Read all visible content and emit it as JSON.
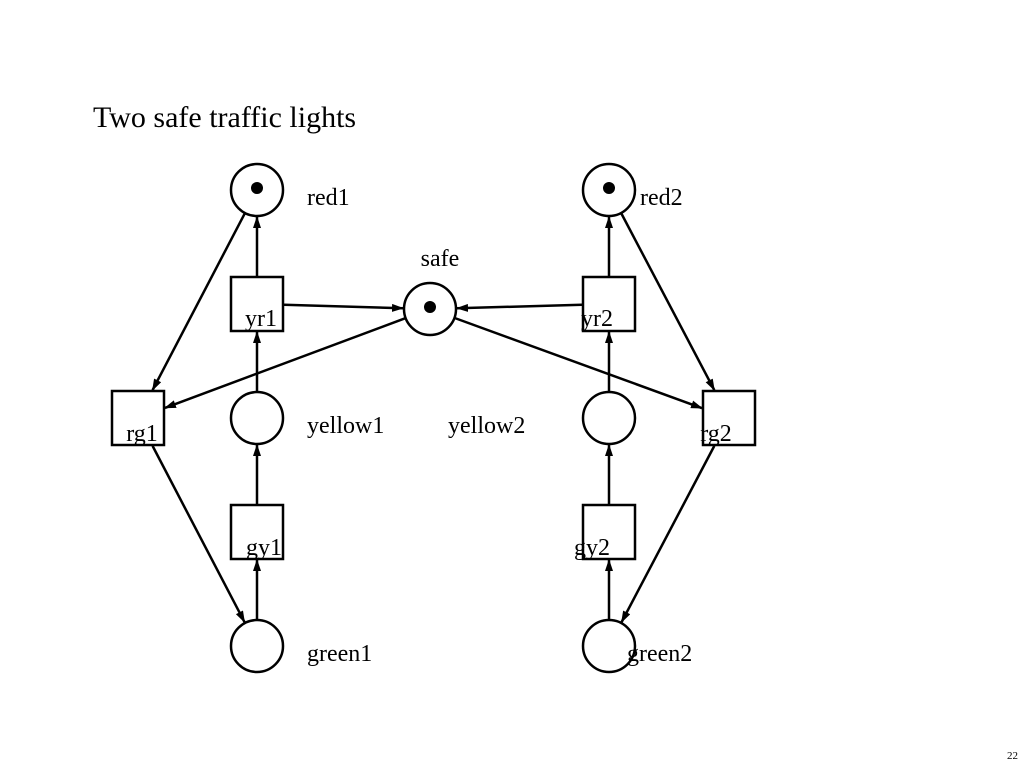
{
  "slide": {
    "title": "Two safe traffic lights",
    "page_number": "22"
  },
  "net": {
    "places": [
      {
        "id": "red1",
        "label": "red1",
        "tokens": 1
      },
      {
        "id": "yellow1",
        "label": "yellow1",
        "tokens": 0
      },
      {
        "id": "green1",
        "label": "green1",
        "tokens": 0
      },
      {
        "id": "safe",
        "label": "safe",
        "tokens": 1
      },
      {
        "id": "red2",
        "label": "red2",
        "tokens": 1
      },
      {
        "id": "yellow2",
        "label": "yellow2",
        "tokens": 0
      },
      {
        "id": "green2",
        "label": "green2",
        "tokens": 0
      }
    ],
    "transitions": [
      {
        "id": "rg1",
        "label": "rg1"
      },
      {
        "id": "gy1",
        "label": "gy1"
      },
      {
        "id": "yr1",
        "label": "yr1"
      },
      {
        "id": "rg2",
        "label": "rg2"
      },
      {
        "id": "gy2",
        "label": "gy2"
      },
      {
        "id": "yr2",
        "label": "yr2"
      }
    ],
    "arcs": [
      {
        "from": "red1",
        "to": "rg1"
      },
      {
        "from": "rg1",
        "to": "green1"
      },
      {
        "from": "green1",
        "to": "gy1"
      },
      {
        "from": "gy1",
        "to": "yellow1"
      },
      {
        "from": "yellow1",
        "to": "yr1"
      },
      {
        "from": "yr1",
        "to": "red1"
      },
      {
        "from": "yr1",
        "to": "safe"
      },
      {
        "from": "safe",
        "to": "rg1"
      },
      {
        "from": "red2",
        "to": "rg2"
      },
      {
        "from": "rg2",
        "to": "green2"
      },
      {
        "from": "green2",
        "to": "gy2"
      },
      {
        "from": "gy2",
        "to": "yellow2"
      },
      {
        "from": "yellow2",
        "to": "yr2"
      },
      {
        "from": "yr2",
        "to": "red2"
      },
      {
        "from": "yr2",
        "to": "safe"
      },
      {
        "from": "safe",
        "to": "rg2"
      }
    ]
  }
}
